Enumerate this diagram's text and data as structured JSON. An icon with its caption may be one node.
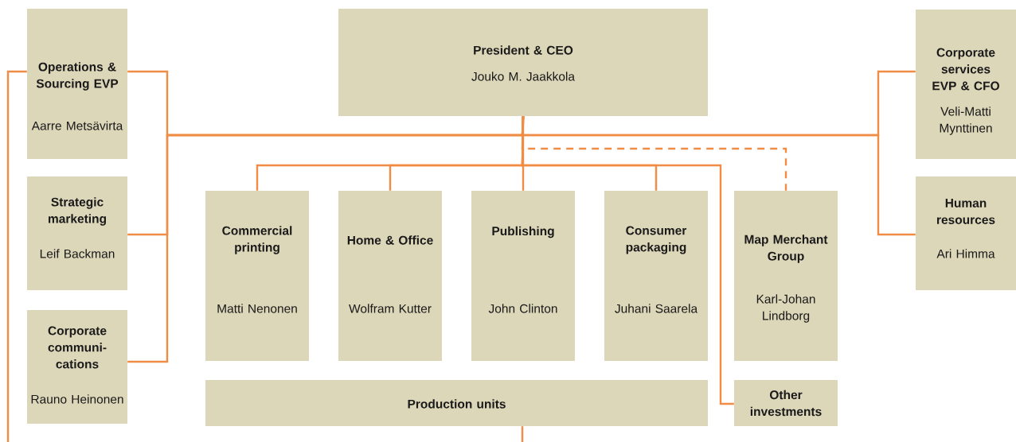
{
  "diagram": {
    "nodes": [
      {
        "text": [
          "Operations & Sourcing EVP",
          "Aarre Metsävirta"
        ]
      },
      {
        "text": [
          "President & CEO",
          "Jouko M. Jaakkola"
        ]
      },
      {
        "text": [
          "Corporate services EVP & CFO",
          "Veli-Matti Mynttinen"
        ]
      },
      {
        "text": [
          "Strategic marketing",
          "Leif Backman"
        ]
      },
      {
        "text": [
          "Human resources",
          "Ari Himma"
        ]
      },
      {
        "text": [
          "Corporate communi-cations",
          "Rauno Heinonen"
        ]
      },
      {
        "text": [
          "Commercial printing",
          "Matti Nenonen"
        ]
      },
      {
        "text": [
          "Home & Office",
          "Wolfram Kutter"
        ]
      },
      {
        "text": [
          "Publishing",
          "John Clinton"
        ]
      },
      {
        "text": [
          "Consumer packaging",
          "Juhani Saarela"
        ]
      },
      {
        "text": [
          "Map Merchant Group",
          "Karl-Johan Lindborg"
        ]
      },
      {
        "text": [
          "Production units"
        ]
      },
      {
        "text": [
          "Other investments"
        ]
      }
    ],
    "edges": [
      {
        "from": 1,
        "to": 0,
        "arrow": "none"
      },
      {
        "from": 1,
        "to": 3,
        "arrow": "none"
      },
      {
        "from": 1,
        "to": 5,
        "arrow": "none"
      },
      {
        "from": 1,
        "to": 2,
        "arrow": "none"
      },
      {
        "from": 1,
        "to": 4,
        "arrow": "none"
      },
      {
        "from": 1,
        "to": 6,
        "arrow": "none"
      },
      {
        "from": 1,
        "to": 7,
        "arrow": "none"
      },
      {
        "from": 1,
        "to": 8,
        "arrow": "none"
      },
      {
        "from": 1,
        "to": 9,
        "arrow": "none"
      },
      {
        "from": 1,
        "to": 12,
        "arrow": "none"
      },
      {
        "from": 1,
        "to": 10,
        "arrow": "none",
        "style": "dashed"
      },
      {
        "from": 0,
        "to": null,
        "arrow": "none"
      },
      {
        "from": 11,
        "to": null,
        "arrow": "none"
      }
    ]
  }
}
